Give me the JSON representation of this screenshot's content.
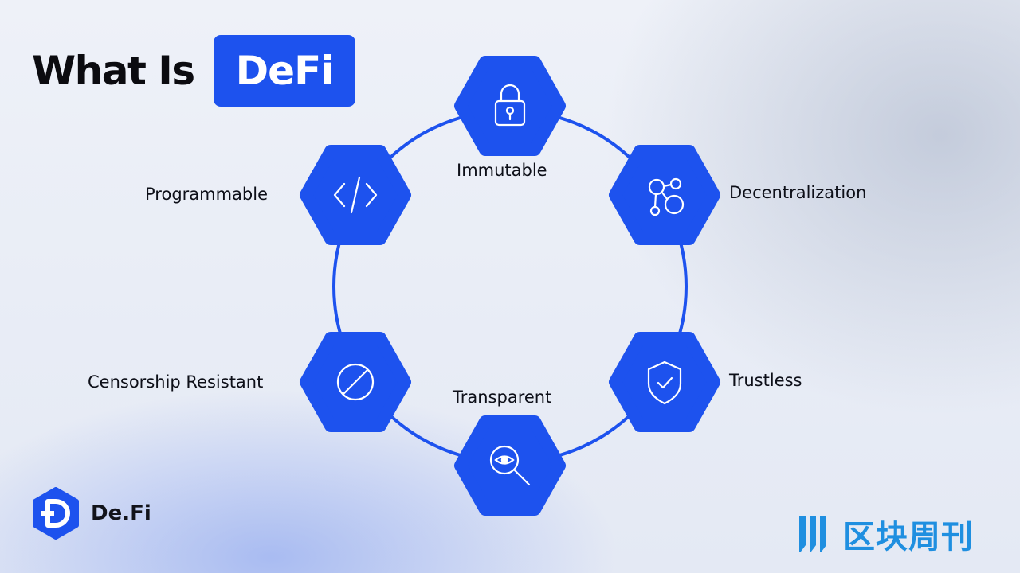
{
  "title": {
    "prefix": "What Is",
    "highlight": "DeFi"
  },
  "diagram": {
    "nodes": [
      {
        "label": "Immutable",
        "icon": "lock-icon"
      },
      {
        "label": "Decentralization",
        "icon": "network-nodes-icon"
      },
      {
        "label": "Trustless",
        "icon": "shield-check-icon"
      },
      {
        "label": "Transparent",
        "icon": "eye-magnifier-icon"
      },
      {
        "label": "Censorship Resistant",
        "icon": "prohibited-icon"
      },
      {
        "label": "Programmable",
        "icon": "code-brackets-icon"
      }
    ]
  },
  "brand": {
    "name": "De.Fi",
    "logo_icon": "defi-logo-icon"
  },
  "watermark": {
    "text": "区块周刊",
    "logo_icon": "bars-logo-icon"
  },
  "colors": {
    "accent": "#1d52ee",
    "text": "#0d0f18",
    "watermark": "#1f8fe0"
  }
}
